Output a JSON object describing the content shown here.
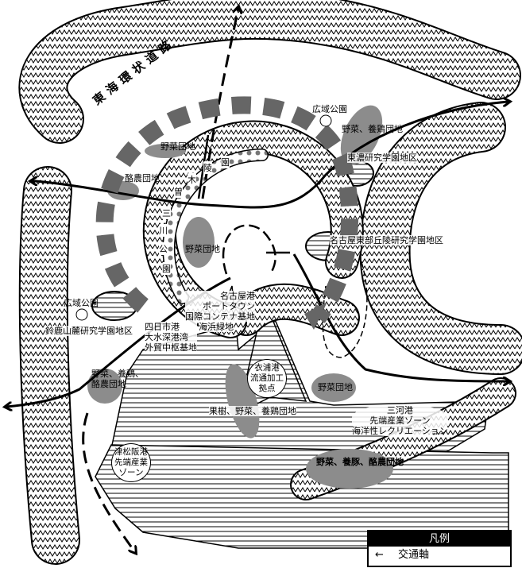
{
  "road_title": "東海環状道路",
  "labels": {
    "park_ne": "広域公園",
    "veg_chicken_ne": "野菜、養鶏団地",
    "tono_research": "東濃研究学園地区",
    "nagoya_east": "名古屋東部丘陵研究学園地区",
    "veg_north": "野菜団地",
    "dairy_north": "酪農団地",
    "veg_center": "野菜団地",
    "nagoya_port": [
      "名古屋港",
      "ポートタウン",
      "国際コンテナ基地"
    ],
    "seaside_green": "海浜緑地",
    "yokkaichi": [
      "四日市港",
      "大水深港湾",
      "外貿中枢基地"
    ],
    "park_w": "広域公園",
    "suzuka": "鈴鹿山麓研究学園地区",
    "veg_poultry_dairy_w": [
      "野菜、養鶏、",
      "酪農団地"
    ],
    "kinuura": [
      "衣浦港",
      "流通加工",
      "拠点"
    ],
    "veg_se": "野菜団地",
    "fruit_veg": "果樹、野菜、養鶏団地",
    "mikawa": [
      "三河港",
      "先端産業ゾーン",
      "海洋性レクリエーション"
    ],
    "tsu": [
      "津松阪港",
      "先端産業",
      "ゾーン"
    ],
    "veg_pig_dairy": "野菜、養豚、酪農団地"
  },
  "ring_park_chars": [
    "木",
    "曽",
    "三",
    "川",
    "公",
    "園",
    "陵",
    "園"
  ],
  "legend": {
    "title": "凡例",
    "arrow": "←",
    "item": "交通軸"
  },
  "colors": {
    "grey": "#8c8c8c",
    "dash": "#666666",
    "line": "#000000"
  }
}
